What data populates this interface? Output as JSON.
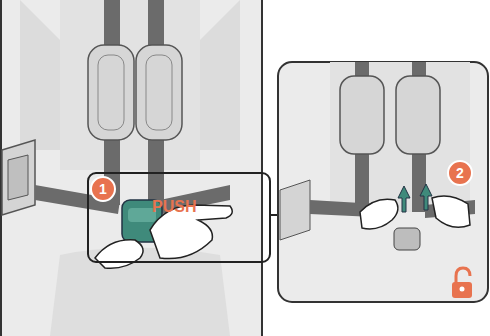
{
  "diagram": {
    "nodes": [
      {
        "text": [
          "1"
        ]
      },
      {
        "text": [
          "2"
        ]
      }
    ],
    "labels": [
      "PUSH"
    ]
  }
}
